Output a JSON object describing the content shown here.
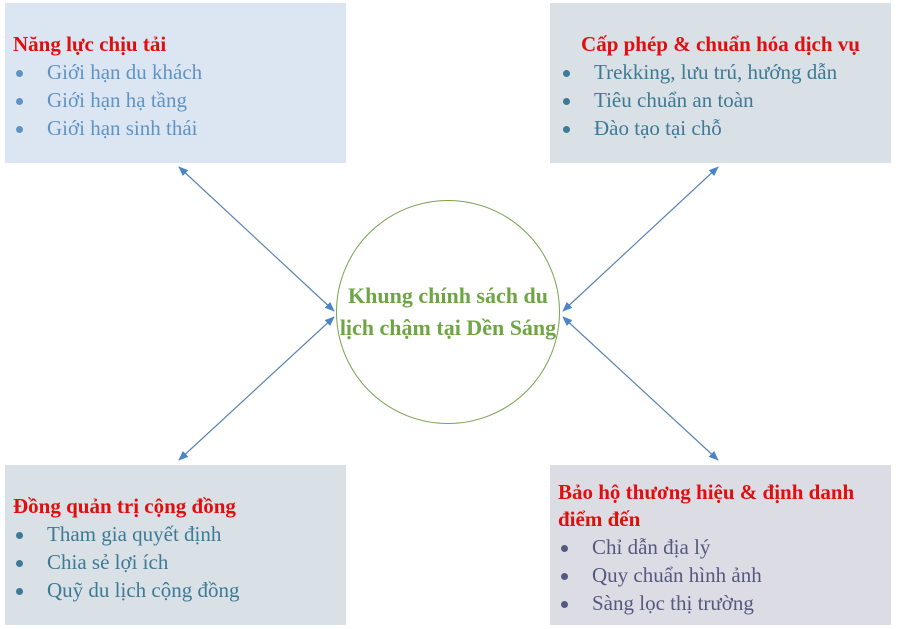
{
  "diagram": {
    "center": {
      "label": "Khung chính sách du lịch chậm tại Dền Sáng"
    },
    "boxes": {
      "top_left": {
        "title": "Năng lực chịu tải",
        "items": [
          "Giới hạn du khách",
          "Giới hạn hạ tầng",
          "Giới hạn sinh thái"
        ]
      },
      "top_right": {
        "title": "Cấp phép & chuẩn hóa dịch vụ",
        "items": [
          "Trekking, lưu trú, hướng dẫn",
          "Tiêu chuẩn an toàn",
          "Đào tạo tại chỗ"
        ]
      },
      "bottom_left": {
        "title": "Đồng quản trị cộng đồng",
        "items": [
          "Tham gia quyết định",
          "Chia sẻ lợi ích",
          "Quỹ du lịch cộng đồng"
        ]
      },
      "bottom_right": {
        "title": "Bảo hộ thương hiệu & định danh điểm đến",
        "items": [
          "Chỉ dẫn địa lý",
          "Quy chuẩn hình ảnh",
          "Sàng lọc thị trường"
        ]
      }
    },
    "colors": {
      "title_red": "#e00f0f",
      "center_green": "#6fa544",
      "arrow_blue": "#4a86c5"
    }
  }
}
